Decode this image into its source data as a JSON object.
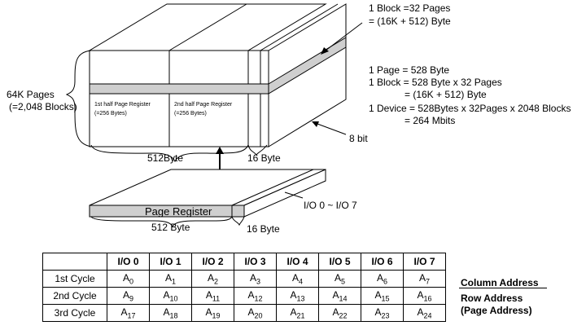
{
  "block_info": {
    "line1": "1 Block =32 Pages",
    "line2": "= (16K + 512) Byte"
  },
  "specs": {
    "line1": "1 Page = 528 Byte",
    "line2": "1 Block = 528 Byte x 32 Pages",
    "line3": "= (16K + 512) Byte",
    "line4": "1 Device = 528Bytes x 32Pages x 2048 Blocks",
    "line5": "= 264 Mbits"
  },
  "cube": {
    "pages_label": "64K Pages",
    "blocks_label": "(=2,048 Blocks)",
    "first_half": "1st half Page Register",
    "first_half_bytes": "(=256 Bytes)",
    "second_half": "2nd half Page Register",
    "second_half_bytes": "(=256 Bytes)",
    "width_label": "512Byte",
    "spare_label": "16 Byte",
    "bit_label": "8 bit"
  },
  "register": {
    "title": "Page Register",
    "width_label": "512 Byte",
    "spare_label": "16 Byte",
    "io_label": "I/O 0 ~ I/O 7"
  },
  "table": {
    "headers": [
      "I/O 0",
      "I/O 1",
      "I/O 2",
      "I/O 3",
      "I/O 4",
      "I/O 5",
      "I/O 6",
      "I/O 7"
    ],
    "rows": [
      {
        "cycle": "1st Cycle",
        "cells": [
          "A0",
          "A1",
          "A2",
          "A3",
          "A4",
          "A5",
          "A6",
          "A7"
        ]
      },
      {
        "cycle": "2nd Cycle",
        "cells": [
          "A9",
          "A10",
          "A11",
          "A12",
          "A13",
          "A14",
          "A15",
          "A16"
        ]
      },
      {
        "cycle": "3rd Cycle",
        "cells": [
          "A17",
          "A18",
          "A19",
          "A20",
          "A21",
          "A22",
          "A23",
          "A24"
        ]
      }
    ]
  },
  "address_labels": {
    "column": "Column Address",
    "row": "Row Address",
    "page": "(Page Address)"
  }
}
